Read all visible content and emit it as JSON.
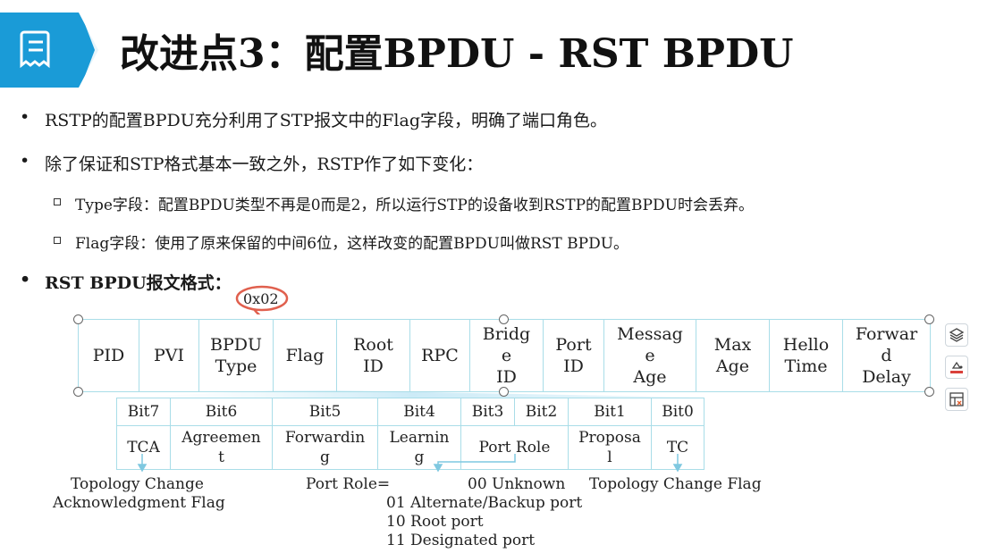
{
  "header": {
    "title": "改进点3：配置BPDU - RST BPDU",
    "accent_color": "#1a9bd7"
  },
  "bullets": [
    "RSTP的配置BPDU充分利用了STP报文中的Flag字段，明确了端口角色。",
    "除了保证和STP格式基本一致之外，RSTP作了如下变化："
  ],
  "sub_bullets": [
    "Type字段：配置BPDU类型不再是0而是2，所以运行STP的设备收到RSTP的配置BPDU时会丢弃。",
    "Flag字段：使用了原来保留的中间6位，这样改变的配置BPDU叫做RST BPDU。"
  ],
  "format_heading": "RST BPDU报文格式：",
  "flag_value": "0x02",
  "bullet_symbol": "•",
  "fields": [
    {
      "l1": "PID",
      "l2": "",
      "l3": ""
    },
    {
      "l1": "PVI",
      "l2": "",
      "l3": ""
    },
    {
      "l1": "BPDU",
      "l2": "Type",
      "l3": ""
    },
    {
      "l1": "Flag",
      "l2": "",
      "l3": ""
    },
    {
      "l1": "Root",
      "l2": "ID",
      "l3": ""
    },
    {
      "l1": "RPC",
      "l2": "",
      "l3": ""
    },
    {
      "l1": "Bridg",
      "l2": "e",
      "l3": "ID"
    },
    {
      "l1": "Port",
      "l2": "ID",
      "l3": ""
    },
    {
      "l1": "Messag",
      "l2": "e",
      "l3": "Age"
    },
    {
      "l1": "Max",
      "l2": "Age",
      "l3": ""
    },
    {
      "l1": "Hello",
      "l2": "Time",
      "l3": ""
    },
    {
      "l1": "Forwar",
      "l2": "d",
      "l3": "Delay"
    }
  ],
  "bits": {
    "headers": [
      "Bit7",
      "Bit6",
      "Bit5",
      "Bit4",
      "Bit3",
      "Bit2",
      "Bit1",
      "Bit0"
    ],
    "values": [
      {
        "l1": "TCA",
        "l2": ""
      },
      {
        "l1": "Agreemen",
        "l2": "t"
      },
      {
        "l1": "Forwardin",
        "l2": "g"
      },
      {
        "l1": "Learnin",
        "l2": "g"
      },
      {
        "l1": "Port Role",
        "l2": ""
      },
      {
        "l1": "Proposa",
        "l2": "l"
      },
      {
        "l1": "TC",
        "l2": ""
      }
    ]
  },
  "notes": {
    "tca_line1": "Topology Change",
    "tca_line2": "Acknowledgment Flag",
    "port_role_label": "Port Role=",
    "port_roles": [
      "00 Unknown",
      "01 Alternate/Backup port",
      "10 Root port",
      "11 Designated port"
    ],
    "tc": "Topology Change Flag"
  },
  "side_tools": [
    "layers-icon",
    "shape-fill-icon",
    "layout-options-icon"
  ]
}
